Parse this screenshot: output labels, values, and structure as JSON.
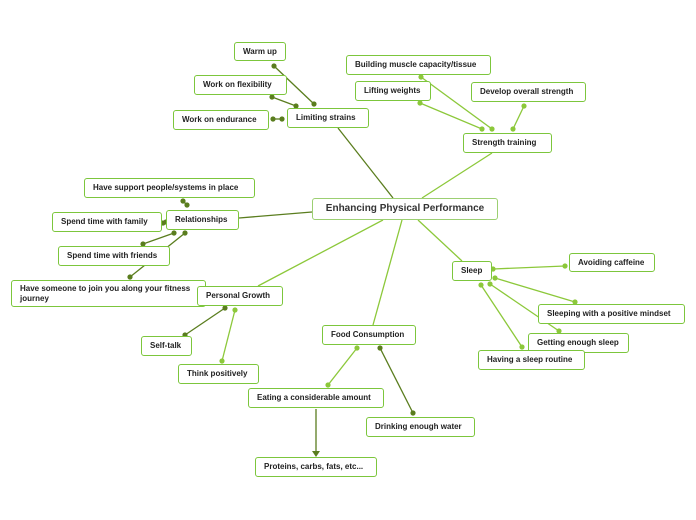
{
  "colors": {
    "border": "#7cc63c",
    "line_dark": "#5a7d1e",
    "line_light": "#8cc83a",
    "dot": "#7cc63c"
  },
  "mindmap": {
    "center": "Enhancing Physical Performance",
    "limiting_strains": {
      "label": "Limiting strains",
      "children": [
        "Warm up",
        "Work on flexibility",
        "Work on endurance"
      ]
    },
    "strength_training": {
      "label": "Strength training",
      "children": [
        "Building muscle capacity/tissue",
        "Lifting weights",
        "Develop overall strength"
      ]
    },
    "relationships": {
      "label": "Relationships",
      "children": [
        "Have support people/systems in place",
        "Spend time with family",
        "Spend time with friends",
        "Have someone to join you along your fitness journey"
      ]
    },
    "sleep": {
      "label": "Sleep",
      "children": [
        "Avoiding caffeine",
        "Sleeping with a positive mindset",
        "Getting enough sleep",
        "Having a sleep routine"
      ]
    },
    "personal_growth": {
      "label": "Personal Growth",
      "children": [
        "Self-talk",
        "Think positively"
      ]
    },
    "food_consumption": {
      "label": "Food Consumption",
      "children": [
        "Eating a considerable amount",
        "Drinking enough water"
      ],
      "grandchild": "Proteins, carbs, fats, etc..."
    }
  }
}
